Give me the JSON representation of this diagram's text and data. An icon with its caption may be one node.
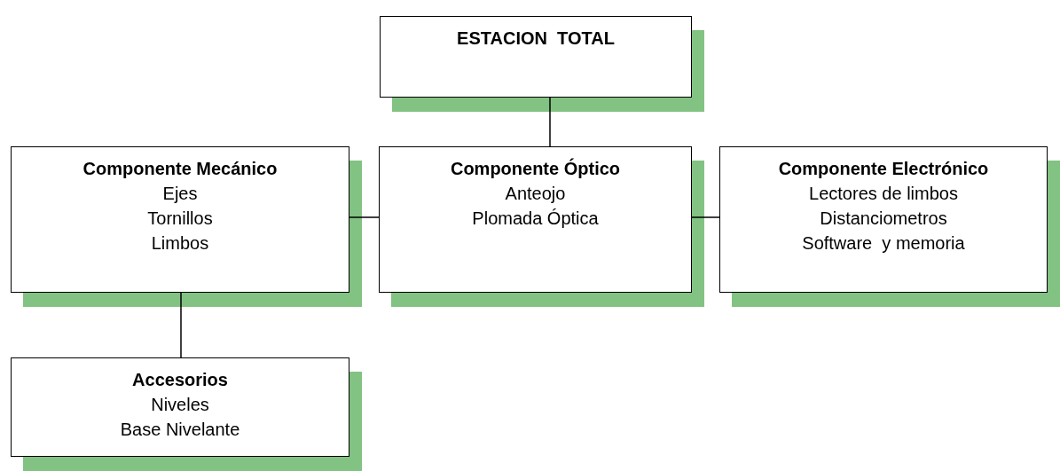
{
  "diagram": {
    "nodes": [
      {
        "text": [
          "ESTACION  TOTAL"
        ]
      },
      {
        "text": [
          "Componente Mecánico",
          "Ejes",
          "Tornillos",
          "Limbos"
        ]
      },
      {
        "text": [
          "Componente Óptico",
          "Anteojo",
          "Plomada Óptica"
        ]
      },
      {
        "text": [
          "Componente Electrónico",
          "Lectores de limbos",
          "Distanciometros",
          "Software  y memoria"
        ]
      },
      {
        "text": [
          "Accesorios",
          "Niveles",
          "Base Nivelante"
        ]
      }
    ],
    "edges": [
      {
        "from": 0,
        "to": 2,
        "arrow": "none"
      },
      {
        "from": 1,
        "to": 2,
        "arrow": "none"
      },
      {
        "from": 2,
        "to": 3,
        "arrow": "none"
      },
      {
        "from": 1,
        "to": 4,
        "arrow": "none"
      }
    ]
  }
}
